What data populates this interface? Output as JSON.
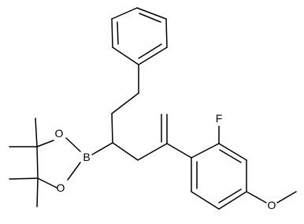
{
  "molecule": {
    "atom_labels": {
      "fluorine": "F",
      "boron": "B",
      "oxygen_upper": "O",
      "oxygen_lower": "O",
      "oxygen_methoxy": "O"
    }
  }
}
